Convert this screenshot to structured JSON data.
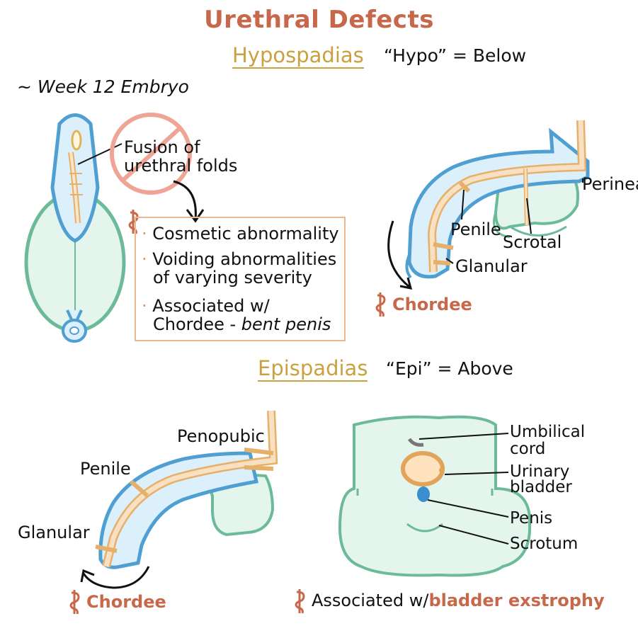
{
  "title": "Urethral Defects",
  "hypospadias": {
    "heading": "Hypospadias",
    "meaning": "“Hypo” = Below",
    "embryo_label": "~ Week 12 Embryo",
    "fusion_label_1": "Fusion of",
    "fusion_label_2": "urethral folds",
    "clinical": [
      "Cosmetic abnormality",
      "Voiding abnormalities",
      "of varying severity",
      "Associated w/",
      "Chordee - "
    ],
    "bent_penis": "bent penis",
    "locations": {
      "perineal": "Perineal",
      "penile": "Penile",
      "scrotal": "Scrotal",
      "glanular": "Glanular"
    },
    "chordee": "Chordee"
  },
  "epispadias": {
    "heading": "Epispadias",
    "meaning": "“Epi” = Above",
    "locations": {
      "penopubic": "Penopubic",
      "penile": "Penile",
      "glanular": "Glanular"
    },
    "chordee": "Chordee",
    "exstrophy_labels": {
      "umbilical_1": "Umbilical",
      "umbilical_2": "cord",
      "bladder_1": "Urinary",
      "bladder_2": "bladder",
      "penis": "Penis",
      "scrotum": "Scrotum"
    },
    "associated_prefix": "Associated w/",
    "associated_highlight": "bladder exstrophy"
  },
  "colors": {
    "title": "#c8684a",
    "heading": "#caa140",
    "blue_outline": "#4f9fd2",
    "blue_fill": "#dcf0fb",
    "green_outline": "#6cba9a",
    "green_fill": "#e3f5ec",
    "urethra": "#f3cfa3",
    "no_symbol": "#efa595",
    "box_border": "#eab78f"
  }
}
